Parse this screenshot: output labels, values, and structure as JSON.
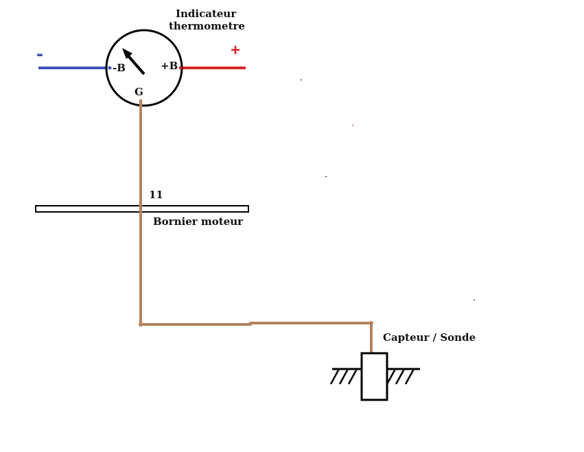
{
  "gauge": {
    "title_line1": "Indicateur",
    "title_line2": "thermometre",
    "terminal_neg": "-B",
    "terminal_pos": "+B",
    "terminal_ground": "G"
  },
  "wires": {
    "negative_sign": "-",
    "positive_sign": "+"
  },
  "terminal_block": {
    "pin": "11",
    "label": "Bornier moteur"
  },
  "sensor": {
    "label": "Capteur / Sonde"
  },
  "colors": {
    "negative": "#4050b8",
    "positive": "#d42a2a",
    "signal": "#b5835c",
    "outline": "#000000"
  }
}
